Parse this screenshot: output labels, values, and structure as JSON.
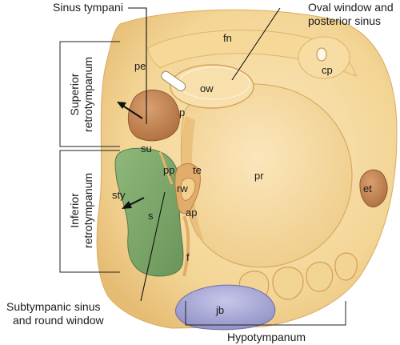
{
  "callouts": {
    "sinus_tympani": "Sinus tympani",
    "oval_window_line1": "Oval window and",
    "oval_window_line2": "posterior sinus",
    "subtympanic_line1": "Subtympanic sinus",
    "subtympanic_line2": "and round window",
    "hypotympanum": "Hypotympanum",
    "superior_line1": "Superior",
    "superior_line2": "retrotympanum",
    "inferior_line1": "Inferior",
    "inferior_line2": "retrotympanum"
  },
  "structures": {
    "fn": "fn",
    "pe": "pe",
    "ow": "ow",
    "cp": "cp",
    "p": "p",
    "su": "su",
    "pp": "pp",
    "te": "te",
    "pr": "pr",
    "rw": "rw",
    "sty": "sty",
    "s": "s",
    "ap": "ap",
    "f": "f",
    "et": "et",
    "jb": "jb"
  },
  "colors": {
    "bone_light": "#f7dca6",
    "bone_mid": "#eecb86",
    "bone_shadow": "#d9a95f",
    "sinus_tympani": "#c98a55",
    "subtympanic": "#7fa86a",
    "eustachian": "#c98a55",
    "jugular_bulb": "#a8a8d6"
  }
}
